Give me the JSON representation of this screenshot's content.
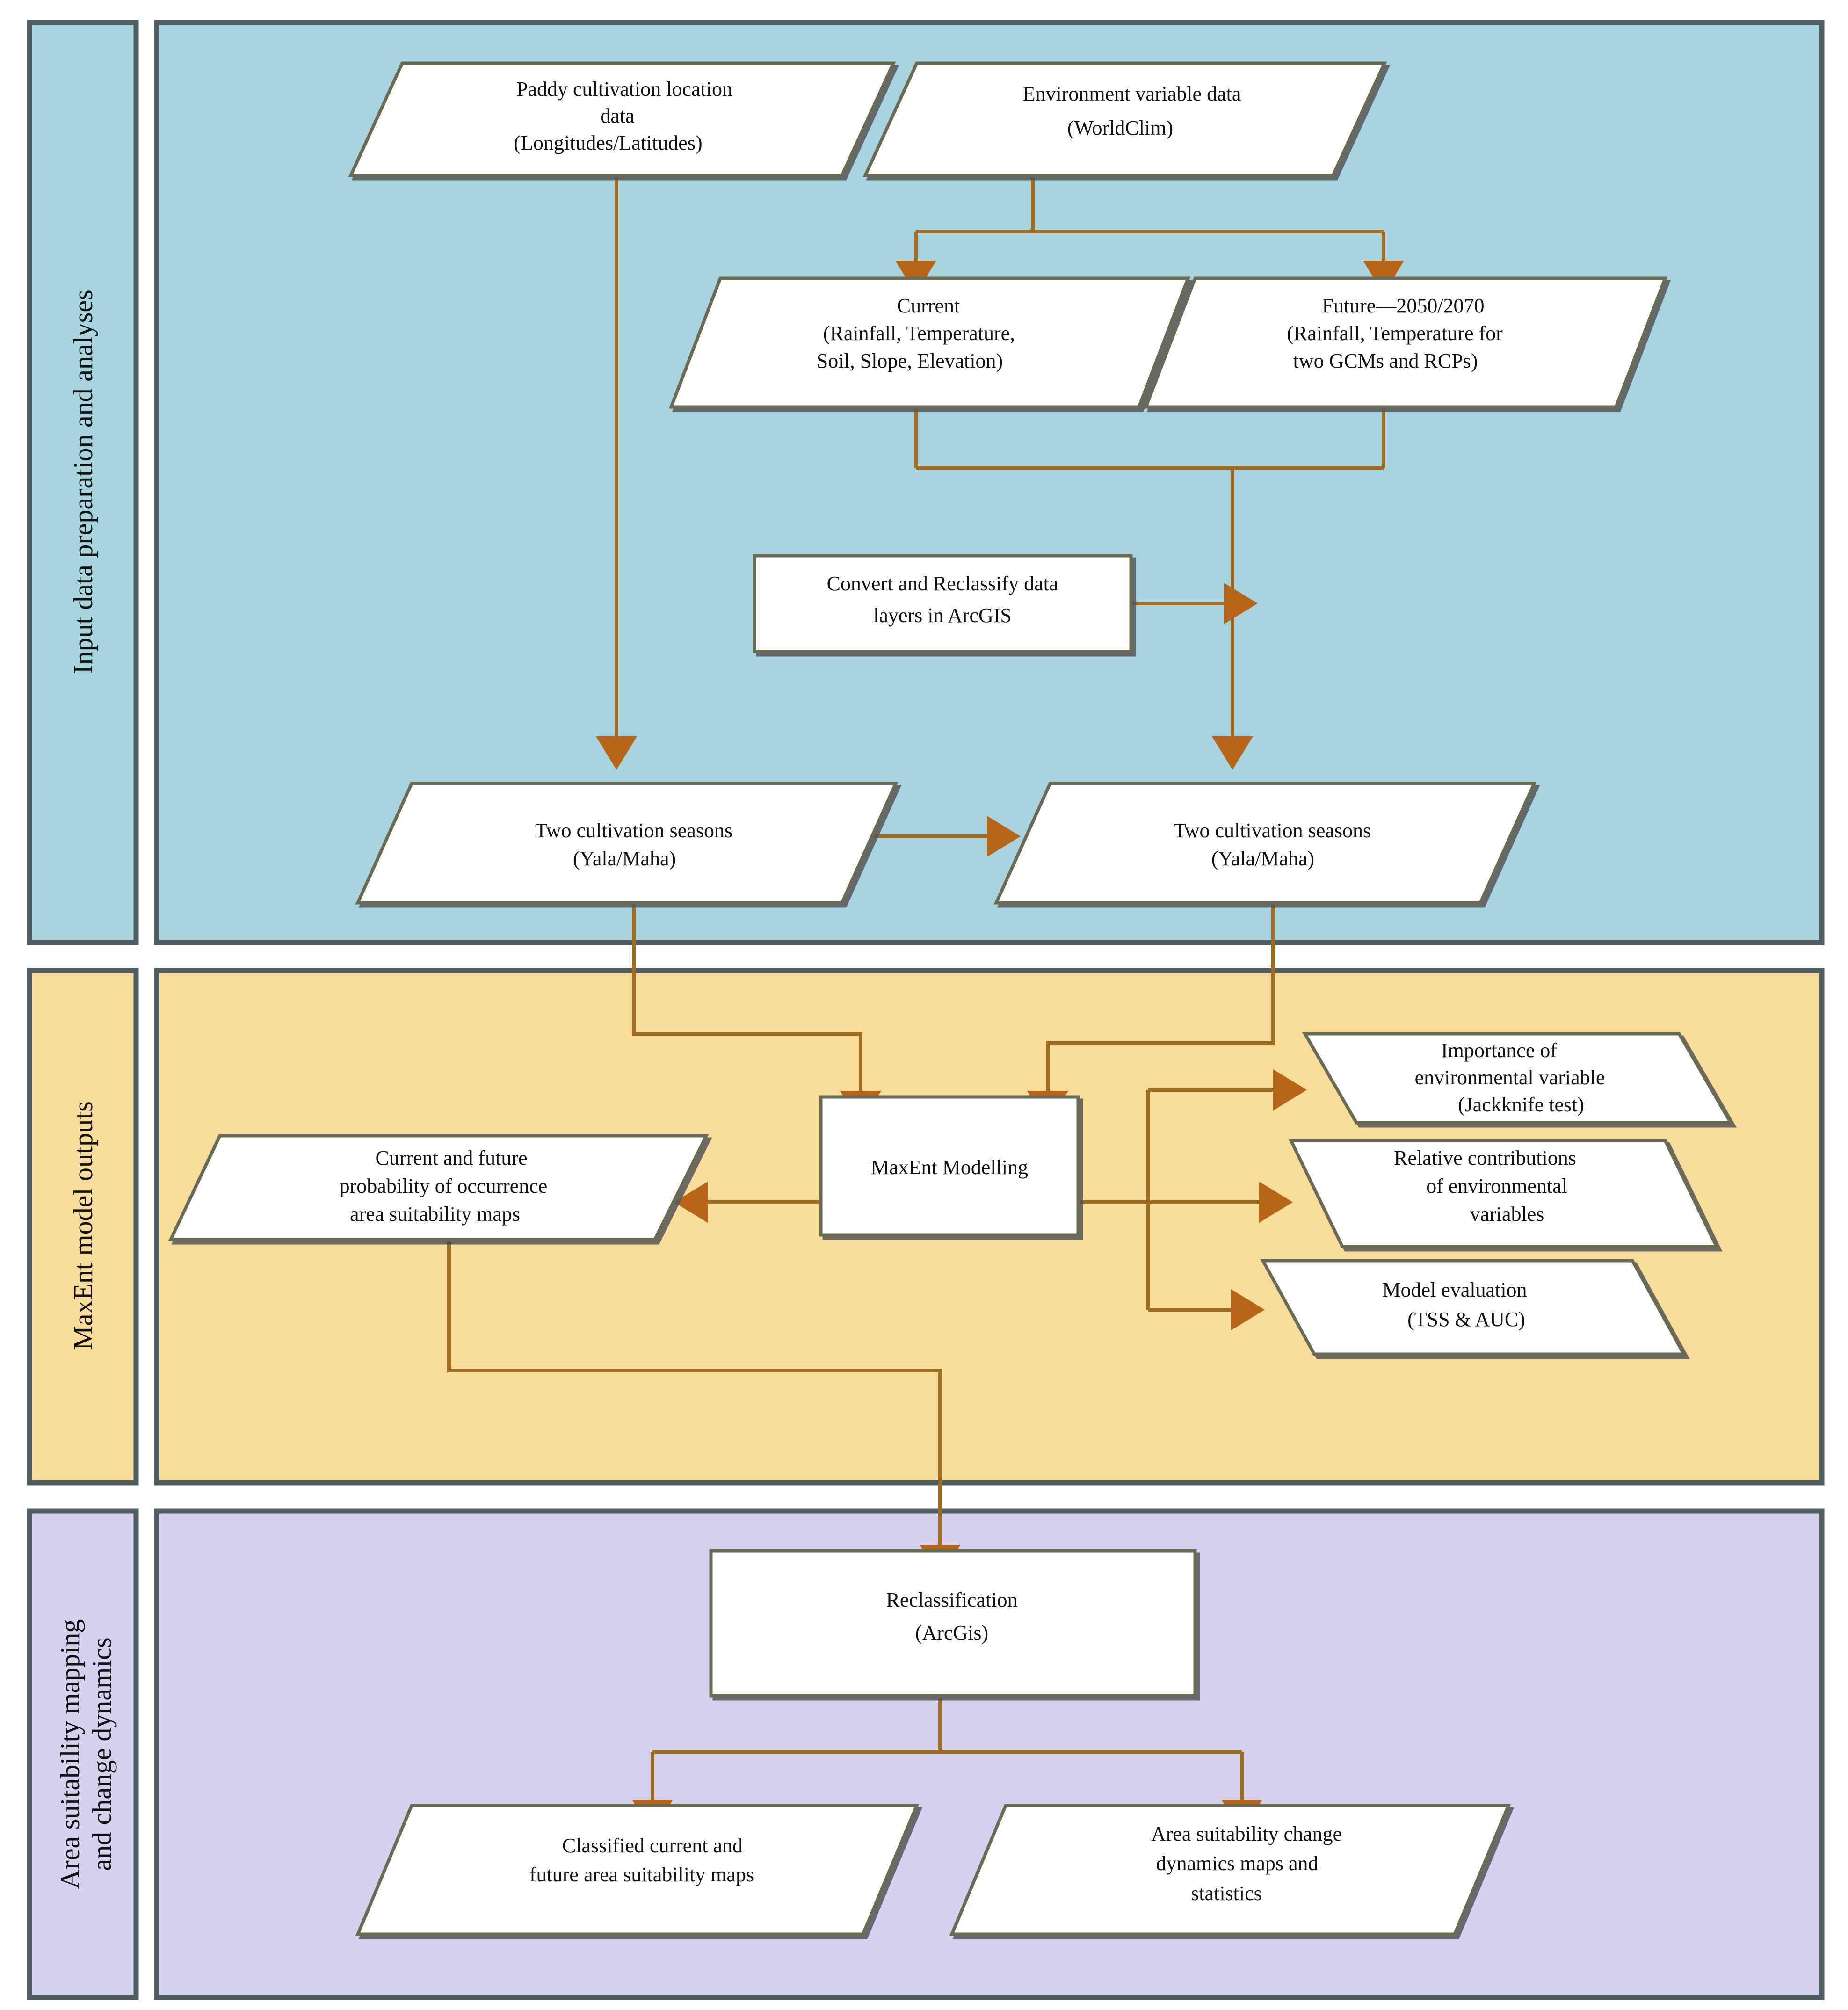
{
  "figure": {
    "type": "flowchart",
    "orientation": "top-to-bottom",
    "background": "#ffffff"
  },
  "colors": {
    "section_input_fill": "#a7d4de",
    "section_maxent_fill": "#f8dc9a",
    "section_area_fill": "#d5d2f0",
    "section_border": "#4f5d63",
    "node_fill": "#ffffff",
    "node_border": "#6b6b55",
    "connector": "#9d6b22",
    "arrowhead": "#b8651a",
    "text": "#111111"
  },
  "sections": [
    {
      "id": "input",
      "label": "Input data preparation and analyses",
      "fill": "#a7d4de"
    },
    {
      "id": "maxent",
      "label": "MaxEnt model outputs",
      "fill": "#f8dc9a"
    },
    {
      "id": "area",
      "label": "Area suitability mapping\nand change  dynamics",
      "fill": "#d5d2f0"
    }
  ],
  "section_labels": {
    "input": "Input data preparation and analyses",
    "maxent": "MaxEnt model outputs",
    "area_line1": "Area suitability mapping",
    "area_line2": "and change  dynamics"
  },
  "nodes": {
    "paddy_location": {
      "shape": "parallelogram",
      "lines": [
        "Paddy cultivation location",
        "data",
        "(Longitudes/Latitudes)"
      ]
    },
    "env_variable": {
      "shape": "parallelogram",
      "lines": [
        "Environment variable data",
        "(WorldClim)"
      ]
    },
    "current": {
      "shape": "parallelogram",
      "lines": [
        "Current",
        "(Rainfall, Temperature,",
        "Soil, Slope, Elevation)"
      ]
    },
    "future": {
      "shape": "parallelogram",
      "lines": [
        "Future—2050/2070",
        "(Rainfall, Temperature for",
        "two GCMs and RCPs)"
      ]
    },
    "convert_reclassify": {
      "shape": "rectangle",
      "lines": [
        "Convert and  Reclassify data",
        "layers in ArcGIS"
      ]
    },
    "seasons_left": {
      "shape": "parallelogram",
      "lines": [
        "Two cultivation seasons",
        "(Yala/Maha)"
      ]
    },
    "seasons_right": {
      "shape": "parallelogram",
      "lines": [
        "Two cultivation seasons",
        "(Yala/Maha)"
      ]
    },
    "probability_maps": {
      "shape": "parallelogram",
      "lines": [
        "Current and future",
        "probability of occurrence",
        "area suitability maps"
      ]
    },
    "maxent_modelling": {
      "shape": "rectangle",
      "lines": [
        "MaxEnt Modelling"
      ]
    },
    "importance": {
      "shape": "parallelogram",
      "lines": [
        "Importance of",
        "environmental variable",
        "(Jackknife test)"
      ]
    },
    "relative_contrib": {
      "shape": "parallelogram",
      "lines": [
        "Relative contributions",
        "of environmental",
        "variables"
      ]
    },
    "model_evaluation": {
      "shape": "parallelogram",
      "lines": [
        "Model evaluation",
        "(TSS & AUC)"
      ]
    },
    "reclassification": {
      "shape": "rectangle",
      "lines": [
        "Reclassification",
        "(ArcGis)"
      ]
    },
    "classified_maps": {
      "shape": "parallelogram",
      "lines": [
        "Classified current and",
        "future area suitability maps"
      ]
    },
    "change_dynamics": {
      "shape": "parallelogram",
      "lines": [
        "Area suitability change",
        "dynamics maps and",
        "statistics"
      ]
    }
  },
  "edges": [
    {
      "from": "paddy_location",
      "to": "seasons_left",
      "style": "elbow-down",
      "arrow": "single"
    },
    {
      "from": "env_variable",
      "to": "current",
      "style": "split-down",
      "arrow": "single"
    },
    {
      "from": "env_variable",
      "to": "future",
      "style": "split-down",
      "arrow": "single"
    },
    {
      "from": "current",
      "to": "seasons_right",
      "style": "merge-down",
      "arrow": "single"
    },
    {
      "from": "future",
      "to": "seasons_right",
      "style": "merge-down",
      "arrow": "single"
    },
    {
      "from": "convert_reclassify",
      "to": "merge-line",
      "style": "straight-right",
      "arrow": "single"
    },
    {
      "from": "seasons_left",
      "to": "seasons_right",
      "style": "horizontal",
      "arrow": "double"
    },
    {
      "from": "seasons_left",
      "to": "maxent_modelling",
      "style": "elbow",
      "arrow": "single"
    },
    {
      "from": "seasons_right",
      "to": "maxent_modelling",
      "style": "elbow",
      "arrow": "single"
    },
    {
      "from": "maxent_modelling",
      "to": "probability_maps",
      "style": "straight-left",
      "arrow": "single"
    },
    {
      "from": "maxent_modelling",
      "to": "importance",
      "style": "elbow-up",
      "arrow": "single"
    },
    {
      "from": "maxent_modelling",
      "to": "relative_contrib",
      "style": "straight-right",
      "arrow": "single"
    },
    {
      "from": "maxent_modelling",
      "to": "model_evaluation",
      "style": "elbow-down",
      "arrow": "single"
    },
    {
      "from": "probability_maps",
      "to": "reclassification",
      "style": "elbow-down",
      "arrow": "single"
    },
    {
      "from": "reclassification",
      "to": "classified_maps",
      "style": "split-down",
      "arrow": "single"
    },
    {
      "from": "reclassification",
      "to": "change_dynamics",
      "style": "split-down",
      "arrow": "single"
    }
  ]
}
